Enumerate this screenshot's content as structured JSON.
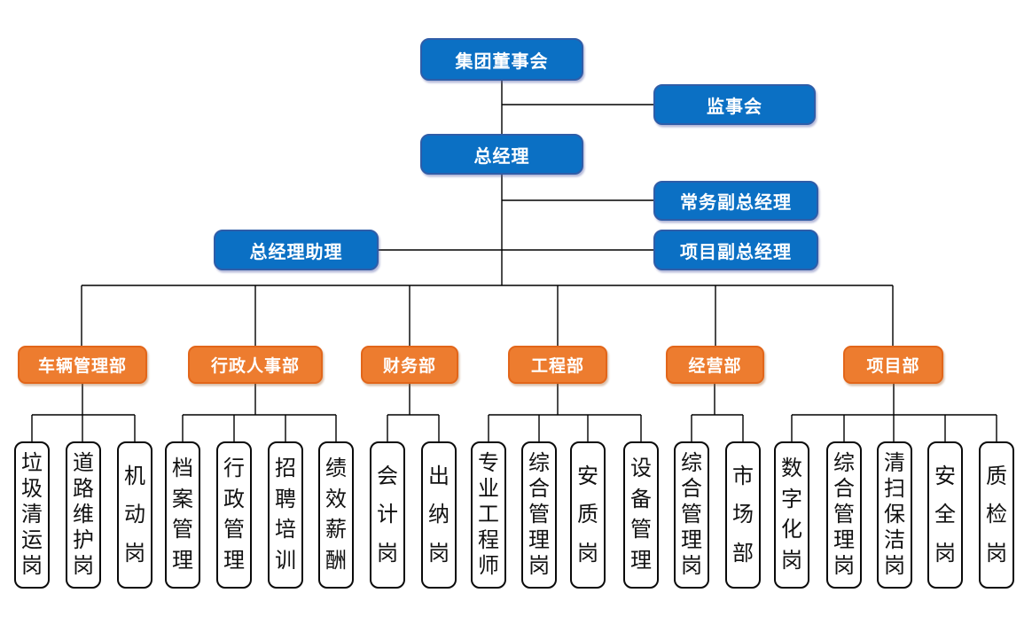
{
  "org": {
    "executives": {
      "board": "集团董事会",
      "supervisory": "监事会",
      "general_manager": "总经理",
      "executive_deputy_gm": "常务副总经理",
      "gm_assistant": "总经理助理",
      "project_deputy_gm": "项目副总经理"
    },
    "departments": [
      {
        "name": "车辆管理部",
        "positions": [
          "垃圾清运岗",
          "道路维护岗",
          "机动岗"
        ]
      },
      {
        "name": "行政人事部",
        "positions": [
          "档案管理",
          "行政管理",
          "招聘培训",
          "绩效薪酬"
        ]
      },
      {
        "name": "财务部",
        "positions": [
          "会计岗",
          "出纳岗"
        ]
      },
      {
        "name": "工程部",
        "positions": [
          "专业工程师",
          "综合管理岗",
          "安质岗",
          "设备管理"
        ]
      },
      {
        "name": "经营部",
        "positions": [
          "综合管理岗",
          "市场部"
        ]
      },
      {
        "name": "项目部",
        "positions": [
          "数字化岗",
          "综合管理岗",
          "清扫保洁岗",
          "安全岗",
          "质检岗"
        ]
      }
    ]
  },
  "colors": {
    "exec_fill": "#0b70c4",
    "exec_border": "#2f5da8",
    "dept_fill": "#ed7c2f",
    "dept_border": "#e2661a",
    "pos_fill": "#ffffff",
    "pos_border": "#0a0a0a",
    "connector": "#000000",
    "box_text": "#ffffff",
    "pos_text": "#111111"
  }
}
